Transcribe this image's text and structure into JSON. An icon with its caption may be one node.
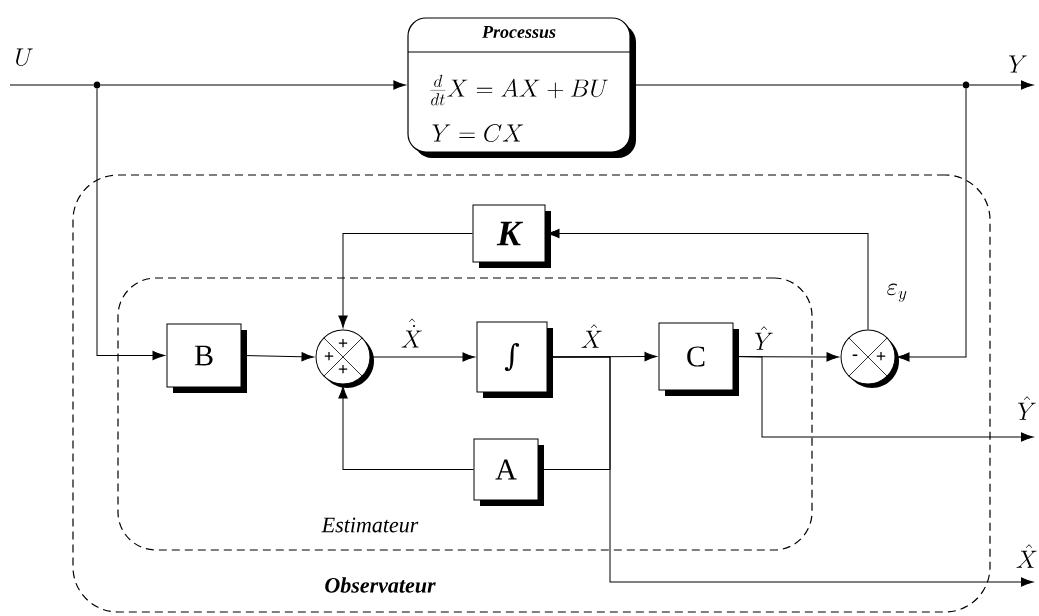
{
  "diagram": {
    "nodes": [
      {
        "text": [
          "Observateur"
        ]
      },
      {
        "text": [
          "Estimateur"
        ],
        "in": 0
      },
      {
        "text": [
          "Processus",
          "\\frac{d}{dt}X = AX + BU",
          "Y = CX"
        ]
      },
      {
        "text": [
          "K"
        ],
        "in": 0
      },
      {
        "text": [
          "B"
        ],
        "in": 1
      },
      {
        "text": [
          "+",
          "+",
          "+"
        ],
        "in": 1
      },
      {
        "text": [
          "∫"
        ],
        "in": 1
      },
      {
        "text": [
          "C"
        ],
        "in": 1
      },
      {
        "text": [
          "A"
        ],
        "in": 1
      },
      {
        "text": [
          "-",
          "+"
        ],
        "in": 0
      },
      {
        "text": [],
        "shape": "circle"
      },
      {
        "text": [],
        "shape": "circle"
      }
    ],
    "edges": [
      {
        "from": null,
        "to": 10,
        "arrow": "none",
        "label": "U"
      },
      {
        "from": 10,
        "to": 2,
        "arrow": "to"
      },
      {
        "from": 2,
        "to": 11,
        "arrow": "none"
      },
      {
        "from": 11,
        "to": null,
        "arrow": "to",
        "label": "Y"
      },
      {
        "from": 10,
        "to": 4,
        "arrow": "to"
      },
      {
        "from": 11,
        "to": 9,
        "arrow": "to"
      },
      {
        "from": 4,
        "to": 5,
        "arrow": "to"
      },
      {
        "from": 5,
        "to": 6,
        "arrow": "to",
        "label": "\\hat{\\dot{X}}"
      },
      {
        "from": 6,
        "to": 7,
        "arrow": "to",
        "label": "\\hat{X}"
      },
      {
        "from": 6,
        "to": 8,
        "arrow": "none"
      },
      {
        "from": 6,
        "to": null,
        "arrow": "to",
        "label": "\\hat{X}"
      },
      {
        "from": 8,
        "to": 5,
        "arrow": "to"
      },
      {
        "from": 7,
        "to": 9,
        "arrow": "to",
        "label": "\\hat{Y}"
      },
      {
        "from": 7,
        "to": null,
        "arrow": "to",
        "label": "\\hat{Y}"
      },
      {
        "from": 9,
        "to": 3,
        "arrow": "to",
        "label": "\\varepsilon_{y}"
      },
      {
        "from": 3,
        "to": 5,
        "arrow": "to"
      }
    ]
  }
}
